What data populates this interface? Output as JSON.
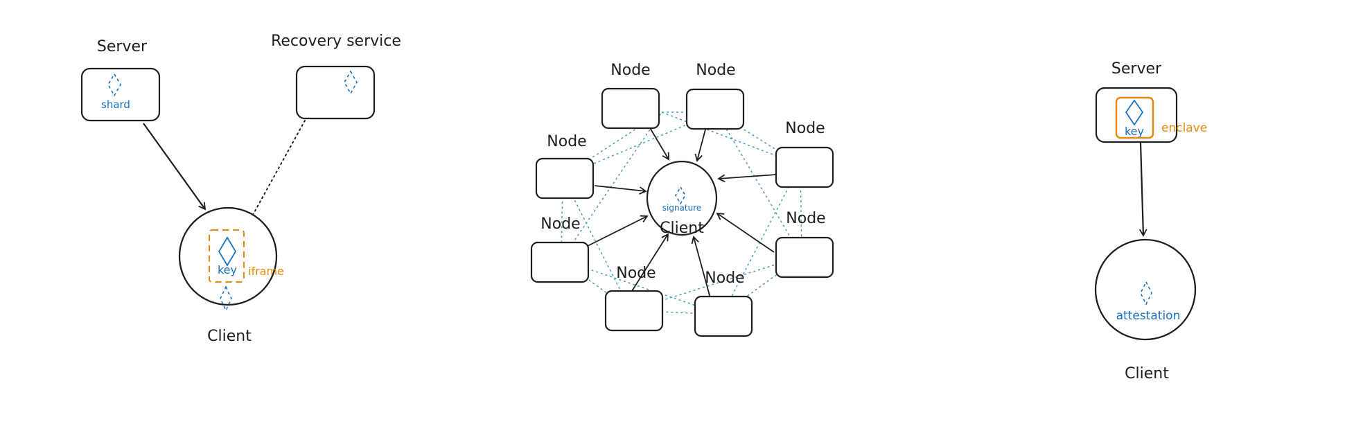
{
  "panel1": {
    "server_label": "Server",
    "shard_label": "shard",
    "recovery_label": "Recovery service",
    "key_label": "key",
    "iframe_label": "iframe",
    "client_label": "Client"
  },
  "panel2": {
    "node_label": "Node",
    "signature_label": "signature",
    "client_label": "Client"
  },
  "panel3": {
    "server_label": "Server",
    "key_label": "key",
    "enclave_label": "enclave",
    "attestation_label": "attestation",
    "client_label": "Client"
  },
  "colors": {
    "ink": "#1e1e1e",
    "blue": "#1971c2",
    "orange": "#e8890c",
    "teal": "#4a9bb5"
  }
}
